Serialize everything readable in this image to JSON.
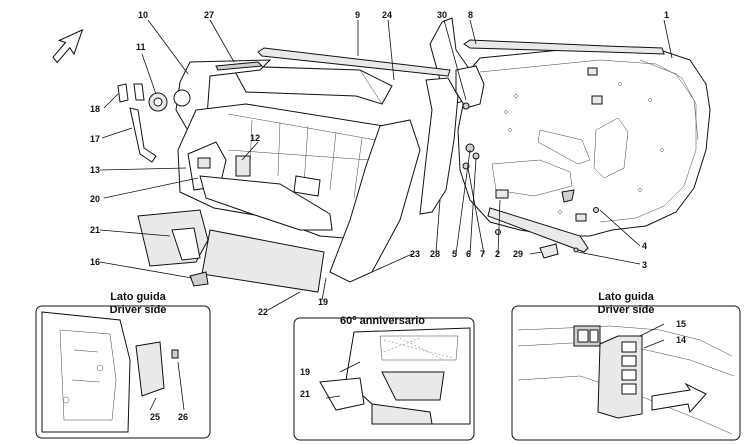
{
  "callouts": {
    "c1": "1",
    "c2": "2",
    "c3": "3",
    "c4": "4",
    "c5": "5",
    "c6": "6",
    "c7": "7",
    "c8": "8",
    "c9": "9",
    "c10": "10",
    "c11": "11",
    "c12": "12",
    "c13": "13",
    "c16": "16",
    "c17": "17",
    "c18": "18",
    "c19": "19",
    "c20": "20",
    "c21": "21",
    "c22": "22",
    "c23": "23",
    "c24": "24",
    "c27": "27",
    "c28": "28",
    "c29": "29",
    "c30": "30"
  },
  "inset_left": {
    "title_it": "Lato guida",
    "title_en": "Driver side",
    "callouts": {
      "c25": "25",
      "c26": "26"
    }
  },
  "inset_center": {
    "title_num": "60",
    "title_sup": "o",
    "title_text": " anniversario",
    "callouts": {
      "c19": "19",
      "c21": "21"
    }
  },
  "inset_right": {
    "title_it": "Lato guida",
    "title_en": "Driver side",
    "callouts": {
      "c14": "14",
      "c15": "15"
    }
  }
}
